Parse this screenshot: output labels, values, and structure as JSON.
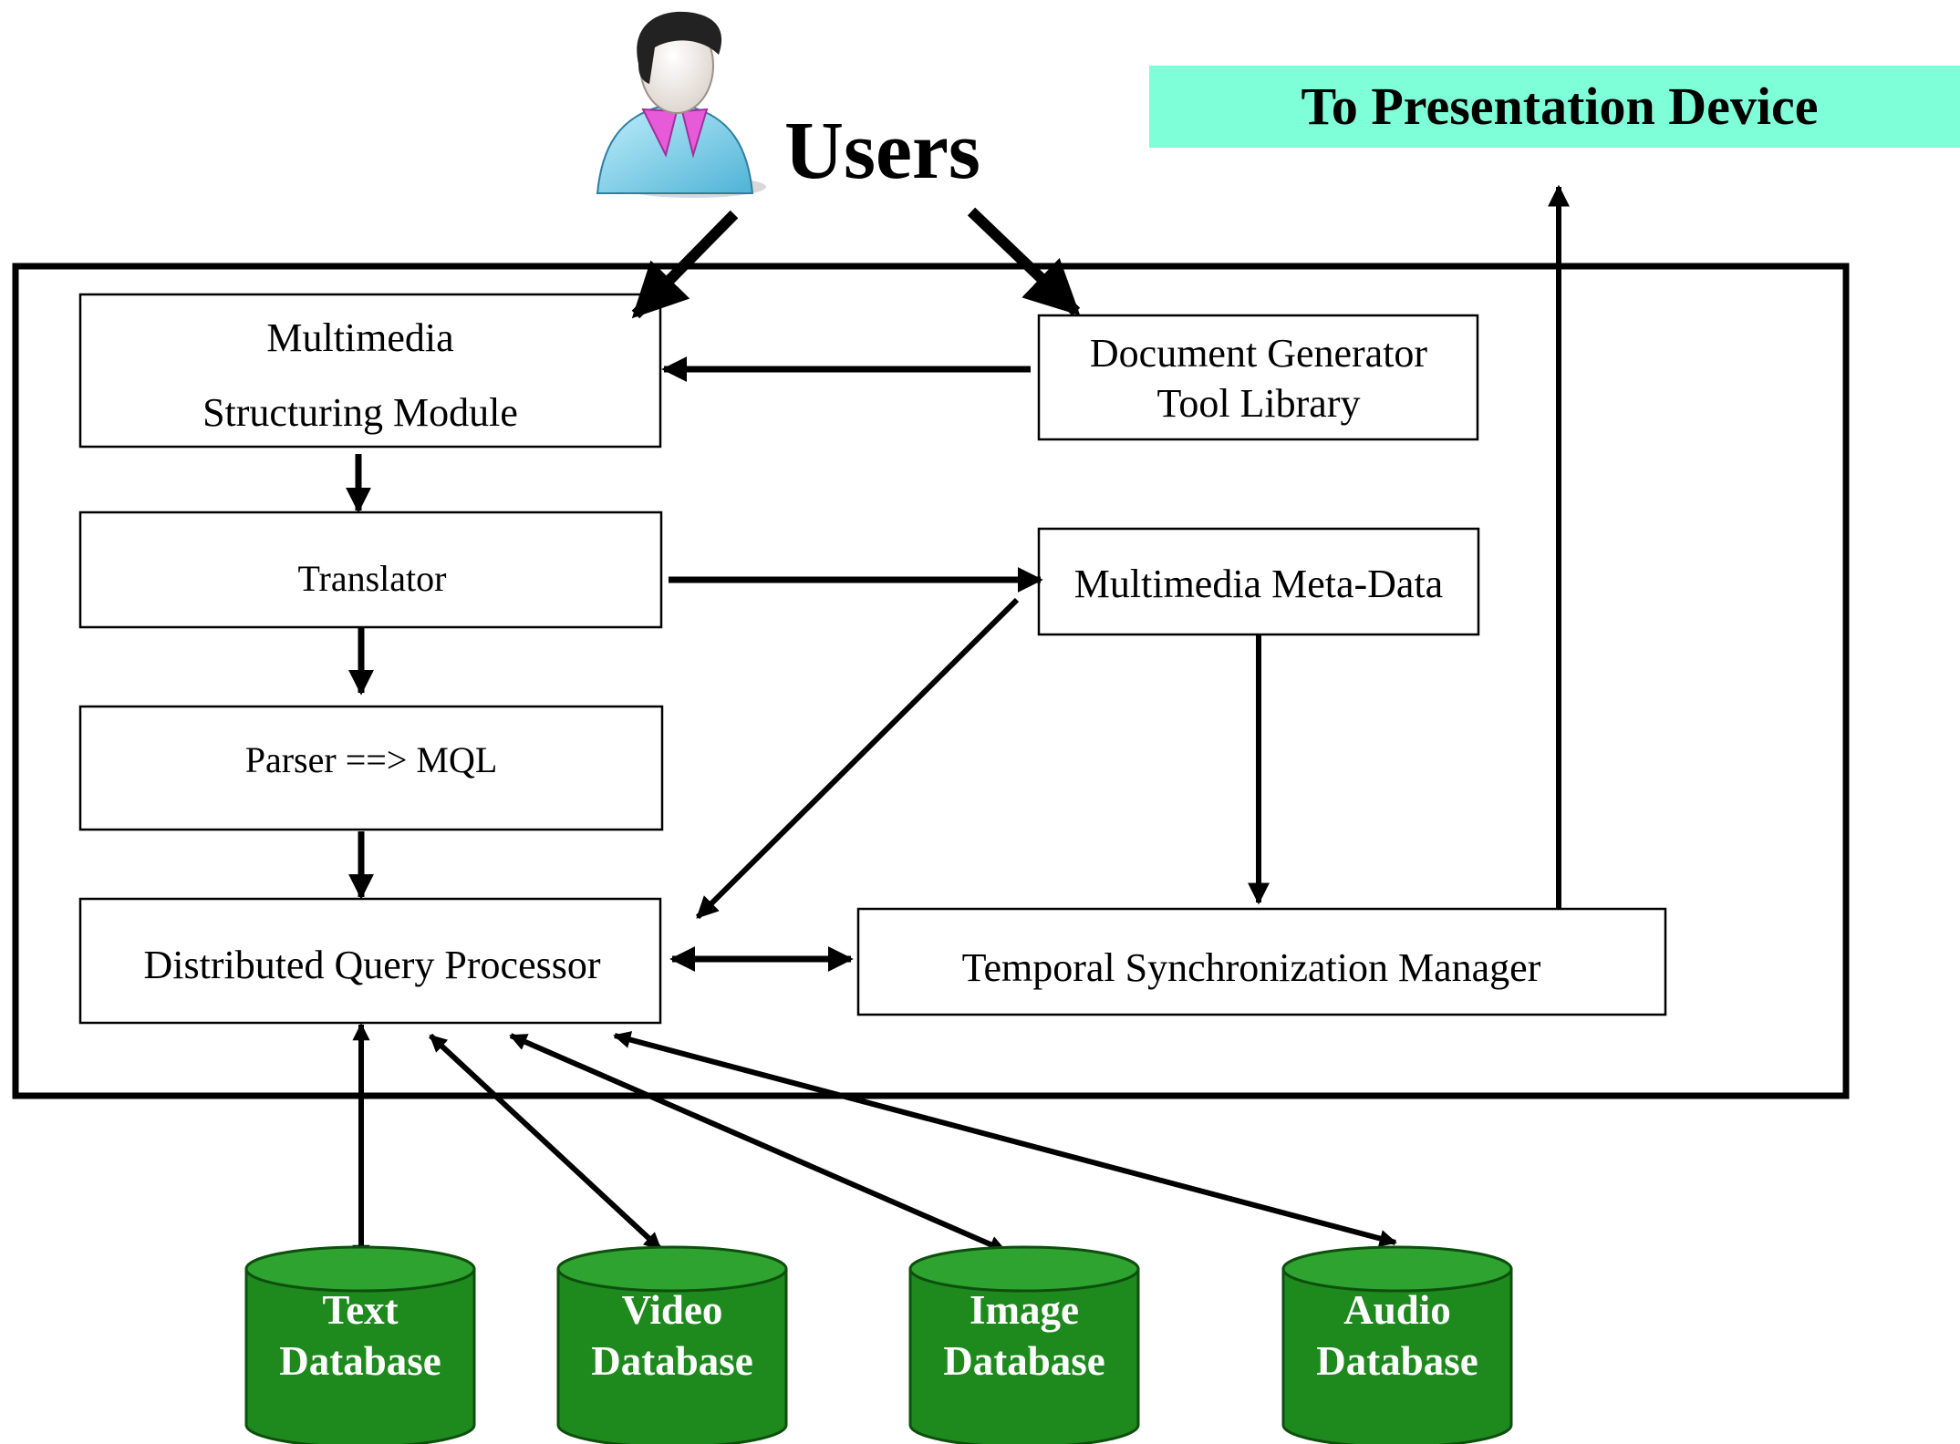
{
  "users_label": "Users",
  "presentation_label": "To Presentation Device",
  "modules": {
    "structuring": {
      "line1": "Multimedia",
      "line2": "Structuring Module"
    },
    "doc_generator": {
      "line1": "Document Generator",
      "line2": "Tool Library"
    },
    "translator": "Translator",
    "metadata": "Multimedia Meta-Data",
    "parser": "Parser ==> MQL",
    "query_processor": "Distributed Query Processor",
    "temporal_sync": "Temporal Synchronization Manager"
  },
  "databases": [
    {
      "line1": "Text",
      "line2": "Database"
    },
    {
      "line1": "Video",
      "line2": "Database"
    },
    {
      "line1": "Image",
      "line2": "Database"
    },
    {
      "line1": "Audio",
      "line2": "Database"
    }
  ],
  "colors": {
    "presentation_bg": "#7fffd8",
    "database_fill": "#1e8a1e",
    "database_top": "#2fa32f",
    "database_stroke": "#0d4f0d",
    "line": "#000000"
  },
  "icons": {
    "user": "user-person-icon"
  }
}
